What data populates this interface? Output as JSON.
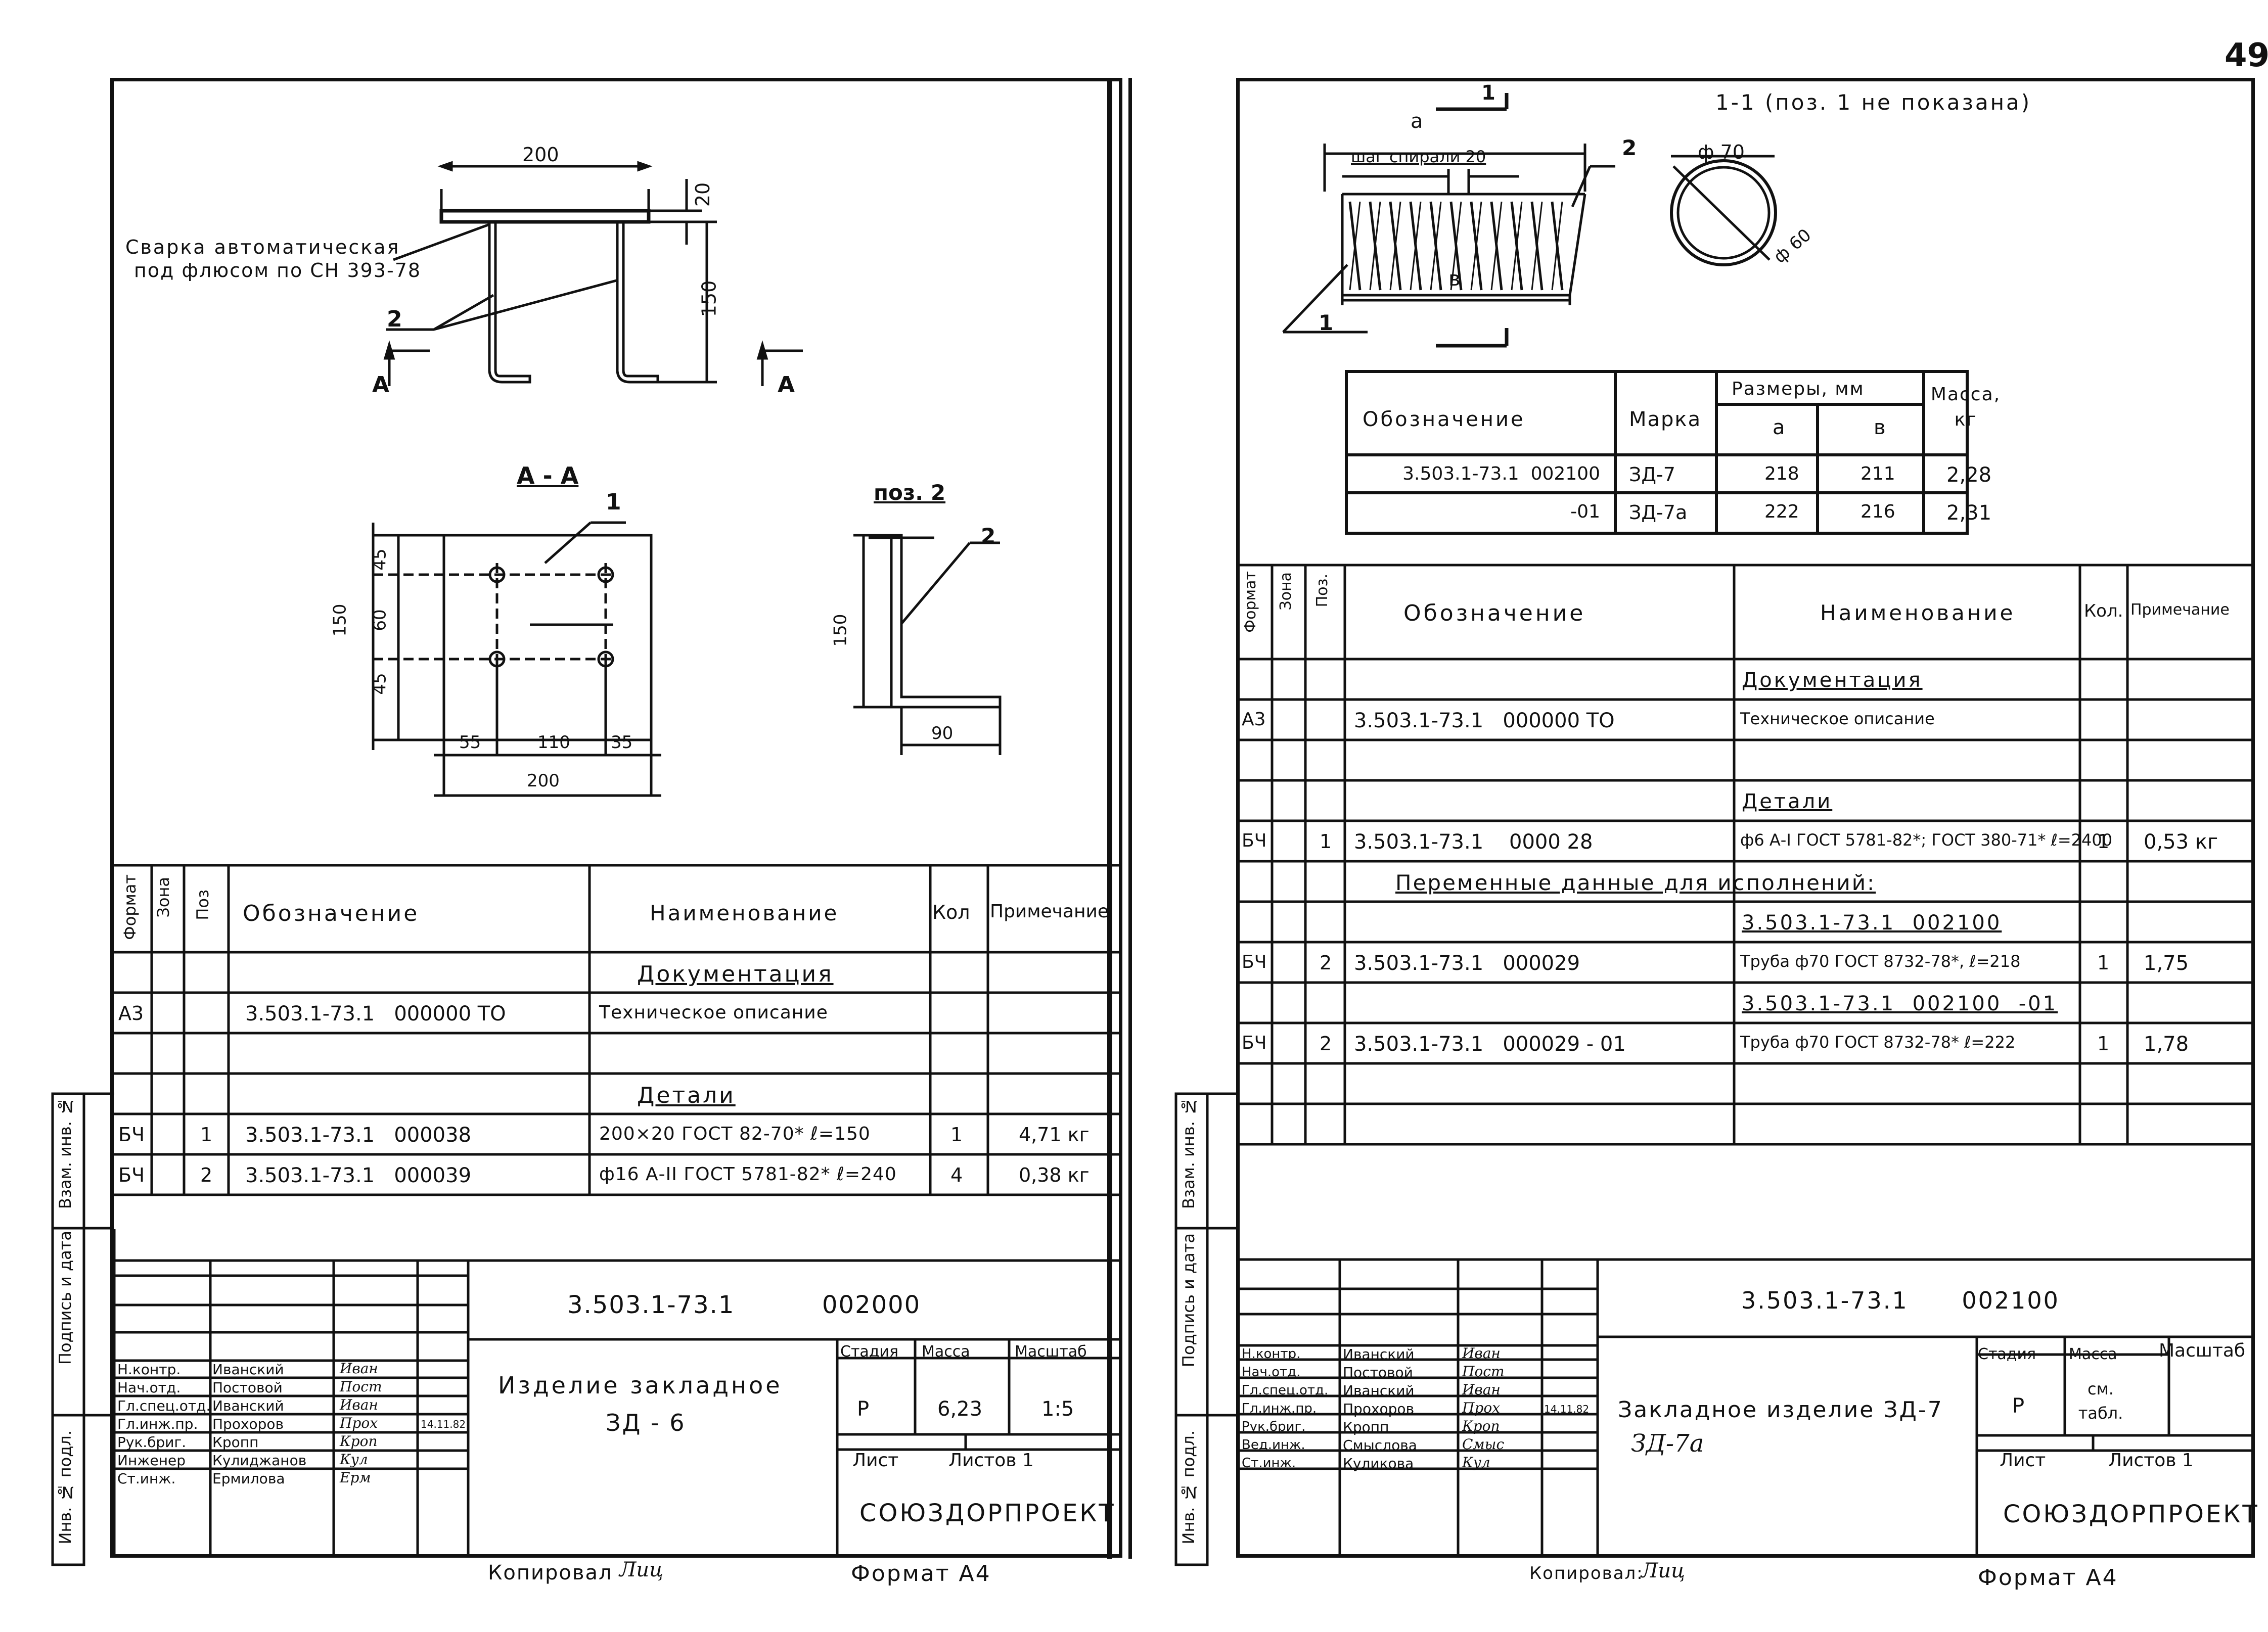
{
  "page_number": "49",
  "left": {
    "drawing": {
      "dim_200": "200",
      "dim_20": "20",
      "dim_150": "150",
      "weld_note_line1": "Сварка автоматическая",
      "weld_note_line2": "под флюсом по СН 393-78",
      "pos2": "2",
      "section_mark": "А",
      "section_title": "А - А",
      "pos1": "1",
      "d45a": "45",
      "d60": "60",
      "d45b": "45",
      "d150": "150",
      "d55": "55",
      "d110": "110",
      "d35": "35",
      "d200b": "200",
      "pos2_title": "поз. 2",
      "pos2_label": "2",
      "pos2_150": "150",
      "pos2_90": "90"
    },
    "spec": {
      "headers": {
        "format": "Формат",
        "zone": "Зона",
        "pos": "Поз",
        "designation": "Обозначение",
        "name": "Наименование",
        "qty": "Кол",
        "note": "Примечание"
      },
      "rows": [
        {
          "format": "",
          "pos": "",
          "designation": "",
          "name": "Документация",
          "qty": "",
          "note": "",
          "section": true
        },
        {
          "format": "А3",
          "pos": "",
          "designation": "3.503.1-73.1   000000 ТО",
          "name": "Техническое описание",
          "qty": "",
          "note": ""
        },
        {
          "format": "",
          "pos": "",
          "designation": "",
          "name": "",
          "qty": "",
          "note": ""
        },
        {
          "format": "",
          "pos": "",
          "designation": "",
          "name": "Детали",
          "qty": "",
          "note": "",
          "section": true
        },
        {
          "format": "БЧ",
          "pos": "1",
          "designation": "3.503.1-73.1   000038",
          "name": "200×20  ГОСТ 82-70*  ℓ=150",
          "qty": "1",
          "note": "4,71 кг"
        },
        {
          "format": "БЧ",
          "pos": "2",
          "designation": "3.503.1-73.1   000039",
          "name": "ф16 А-II ГОСТ 5781-82* ℓ=240",
          "qty": "4",
          "note": "0,38 кг"
        }
      ]
    },
    "title_block": {
      "code": "3.503.1-73.1          002000",
      "name_line1": "Изделие  закладное",
      "name_line2": "ЗД - 6",
      "stage_h": "Стадия",
      "mass_h": "Масса",
      "scale_h": "Масштаб",
      "stage": "Р",
      "mass": "6,23",
      "scale": "1:5",
      "sheet_h": "Лист",
      "sheets_h": "Листов 1",
      "org": "СОЮЗДОРПРОЕКТ",
      "staff": [
        {
          "role": "Н.контр.",
          "name": "Иванский",
          "sign": "Иван",
          "date": ""
        },
        {
          "role": "Нач.отд.",
          "name": "Постовой",
          "sign": "Пост",
          "date": ""
        },
        {
          "role": "Гл.спец.отд.",
          "name": "Иванский",
          "sign": "Иван",
          "date": ""
        },
        {
          "role": "Гл.инж.пр.",
          "name": "Прохоров",
          "sign": "Прох",
          "date": "14.11.82"
        },
        {
          "role": "Рук.бриг.",
          "name": "Кропп",
          "sign": "Кроп",
          "date": ""
        },
        {
          "role": "Инженер",
          "name": "Кулиджанов",
          "sign": "Кул",
          "date": ""
        },
        {
          "role": "Ст.инж.",
          "name": "Ермилова",
          "sign": "Ерм",
          "date": ""
        }
      ]
    },
    "side_labels": [
      "Инв. № подл.",
      "Подпись и дата",
      "Взам. инв. №"
    ],
    "footer_copy": "Копировал",
    "footer_copy_sign": "Лиц",
    "footer_format": "Формат А4"
  },
  "right": {
    "drawing": {
      "dim_a": "a",
      "cut_mark": "1",
      "spiral_pitch": "шаг спирали 20",
      "pos2": "2",
      "pos1": "1",
      "dim_b": "в",
      "section_title": "1-1 (поз. 1 не показана)",
      "phi70": "ф 70",
      "phi60": "ф 60"
    },
    "size_table": {
      "h_designation": "Обозначение",
      "h_mark": "Марка",
      "h_sizes": "Размеры, мм",
      "h_a": "а",
      "h_b": "в",
      "h_mass": "Масса, кг",
      "rows": [
        {
          "designation": "3.503.1-73.1  002100",
          "mark": "ЗД-7",
          "a": "218",
          "b": "211",
          "mass": "2,28"
        },
        {
          "designation": "-01",
          "mark": "ЗД-7а",
          "a": "222",
          "b": "216",
          "mass": "2,31"
        }
      ]
    },
    "spec": {
      "headers": {
        "format": "Формат",
        "zone": "Зона",
        "pos": "Поз.",
        "designation": "Обозначение",
        "name": "Наименование",
        "qty": "Кол.",
        "note": "Примечание"
      },
      "rows": [
        {
          "format": "",
          "pos": "",
          "designation": "",
          "name": "Документация",
          "qty": "",
          "note": "",
          "section": true
        },
        {
          "format": "А3",
          "pos": "",
          "designation": "3.503.1-73.1   000000 ТО",
          "name": "Техническое описание",
          "qty": "",
          "note": ""
        },
        {
          "format": "",
          "pos": "",
          "designation": "",
          "name": "",
          "qty": "",
          "note": ""
        },
        {
          "format": "",
          "pos": "",
          "designation": "",
          "name": "Детали",
          "qty": "",
          "note": "",
          "section": true
        },
        {
          "format": "БЧ",
          "pos": "1",
          "designation": "3.503.1-73.1    0000 28",
          "name": "ф6 А-I ГОСТ 5781-82*; ГОСТ 380-71* ℓ=2400",
          "qty": "1",
          "note": "0,53 кг"
        },
        {
          "format": "",
          "pos": "",
          "designation": "Переменные данные для исполнений:",
          "name": "",
          "qty": "",
          "note": "",
          "wide": true
        },
        {
          "format": "",
          "pos": "",
          "designation": "",
          "name": "3.503.1-73.1  002100",
          "qty": "",
          "note": "",
          "section": true
        },
        {
          "format": "БЧ",
          "pos": "2",
          "designation": "3.503.1-73.1   000029",
          "name": "Труба ф70 ГОСТ 8732-78*, ℓ=218",
          "qty": "1",
          "note": "1,75"
        },
        {
          "format": "",
          "pos": "",
          "designation": "",
          "name": "3.503.1-73.1  002100  -01",
          "qty": "",
          "note": "",
          "section": true
        },
        {
          "format": "БЧ",
          "pos": "2",
          "designation": "3.503.1-73.1   000029 - 01",
          "name": "Труба ф70 ГОСТ 8732-78* ℓ=222",
          "qty": "1",
          "note": "1,78"
        }
      ]
    },
    "title_block": {
      "code": "3.503.1-73.1      002100",
      "name_line1": "Закладное изделие ЗД-7",
      "name_line2": "ЗД-7а",
      "stage_h": "Стадия",
      "mass_h": "Масса",
      "scale_h": "Масштаб",
      "stage": "Р",
      "mass": "см. табл.",
      "scale": "",
      "sheet_h": "Лист",
      "sheets_h": "Листов 1",
      "org": "СОЮЗДОРПРОЕКТ",
      "staff": [
        {
          "role": "Н.контр.",
          "name": "Иванский",
          "sign": "Иван",
          "date": ""
        },
        {
          "role": "Нач.отд.",
          "name": "Постовой",
          "sign": "Пост",
          "date": ""
        },
        {
          "role": "Гл.спец.отд.",
          "name": "Иванский",
          "sign": "Иван",
          "date": ""
        },
        {
          "role": "Гл.инж.пр.",
          "name": "Прохоров",
          "sign": "Прох",
          "date": "14.11.82"
        },
        {
          "role": "Рук.бриг.",
          "name": "Кропп",
          "sign": "Кроп",
          "date": ""
        },
        {
          "role": "Вед.инж.",
          "name": "Смыслова",
          "sign": "Смыс",
          "date": ""
        },
        {
          "role": "Ст.инж.",
          "name": "Куликова",
          "sign": "Кул",
          "date": ""
        }
      ]
    },
    "side_labels": [
      "Инв. № подл.",
      "Подпись и дата",
      "Взам. инв. №"
    ],
    "footer_copy": "Копировал:",
    "footer_copy_sign": "Лиц",
    "footer_format": "Формат А4"
  }
}
